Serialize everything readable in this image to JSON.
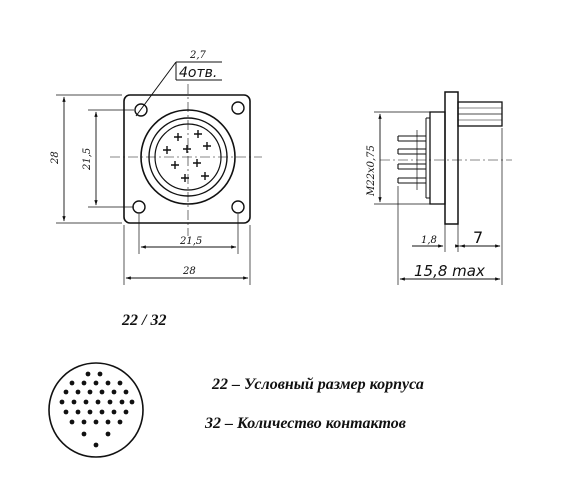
{
  "front_view": {
    "hole_diameter": "2,7",
    "hole_count": "4отв.",
    "overall_height": "28",
    "hole_pitch_vertical": "21,5",
    "hole_pitch_horizontal": "21,5",
    "overall_width": "28"
  },
  "side_view": {
    "thread": "M22x0,75",
    "flange_offset": "1,8",
    "body_length": "7",
    "max_length": "15,8 max"
  },
  "designation": {
    "code": "22 / 32",
    "legend": [
      "22 – Условный размер корпуса",
      "32 –  Количество контактов"
    ]
  }
}
